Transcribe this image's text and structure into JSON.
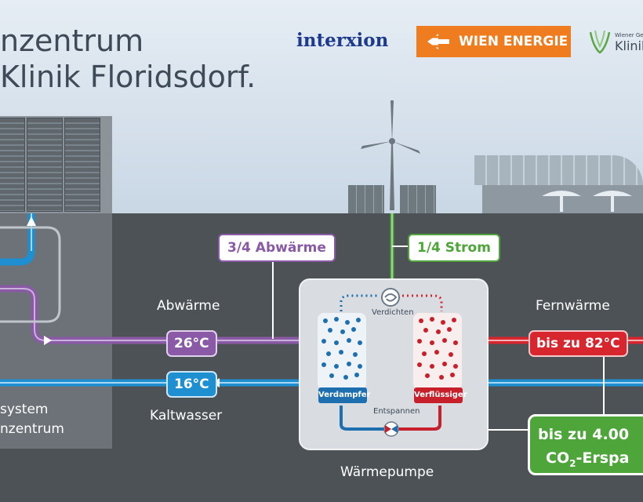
{
  "title": {
    "line1": "nzentrum",
    "line2": "Klinik Floridsdorf."
  },
  "logos": {
    "interxion": "interxion",
    "wien_energie": "WIEN ENERGIE",
    "klinik_small": "Wiener Ge",
    "klinik": "Klinik"
  },
  "labels": {
    "abwaerme_share": "3/4 Abwärme",
    "strom_share": "1/4 Strom",
    "abwaerme": "Abwärme",
    "kaltwasser": "Kaltwasser",
    "fernwaerme": "Fernwärme",
    "waermepumpe": "Wärmepumpe",
    "dc_line1": "system",
    "dc_line2": "nzentrum"
  },
  "temps": {
    "warm": "26°C",
    "cold": "16°C",
    "district": "bis zu 82°C"
  },
  "heat_pump": {
    "verdichten": "Verdichten",
    "entspannen": "Entspannen",
    "verdampfer": "Verdampfer",
    "verfluessiger": "Verflüssiger"
  },
  "co2": {
    "line1": "bis zu 4.00",
    "line2_prefix": "CO",
    "line2_sub": "2",
    "line2_suffix": "-Erspa"
  },
  "colors": {
    "purple": "#8a5aa6",
    "blue": "#1e8fd0",
    "red": "#d8262f",
    "green": "#4ea63a",
    "orange": "#f07c20",
    "navy": "#1d3a8f"
  }
}
